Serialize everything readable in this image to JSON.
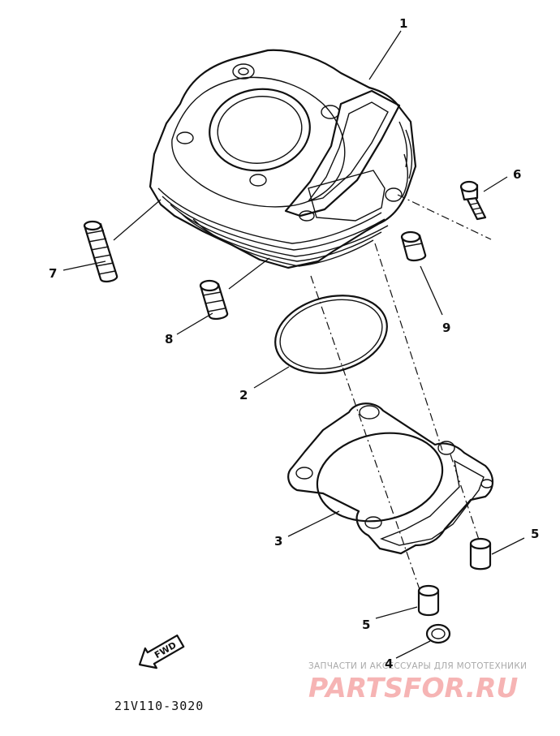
{
  "diagram": {
    "callouts": [
      {
        "id": "cylinder",
        "label": "1"
      },
      {
        "id": "o-ring",
        "label": "2"
      },
      {
        "id": "cylinder-gasket",
        "label": "3"
      },
      {
        "id": "washer",
        "label": "4"
      },
      {
        "id": "dowel-pin-right",
        "label": "5"
      },
      {
        "id": "dowel-pin-left",
        "label": "5"
      },
      {
        "id": "bolt",
        "label": "6"
      },
      {
        "id": "stud-bolt-long",
        "label": "7"
      },
      {
        "id": "stud-bolt-short",
        "label": "8"
      },
      {
        "id": "stud-bolt-right",
        "label": "9"
      }
    ],
    "fwd_arrow_label": "FWD",
    "diagram_code": "21V110-3020"
  },
  "watermark": {
    "tagline": "ЗАПЧАСТИ И АКСЕССУАРЫ ДЛЯ МОТОТЕХНИКИ",
    "logo_text": "PARTSFOR.RU",
    "color": "#f6b4b4"
  }
}
